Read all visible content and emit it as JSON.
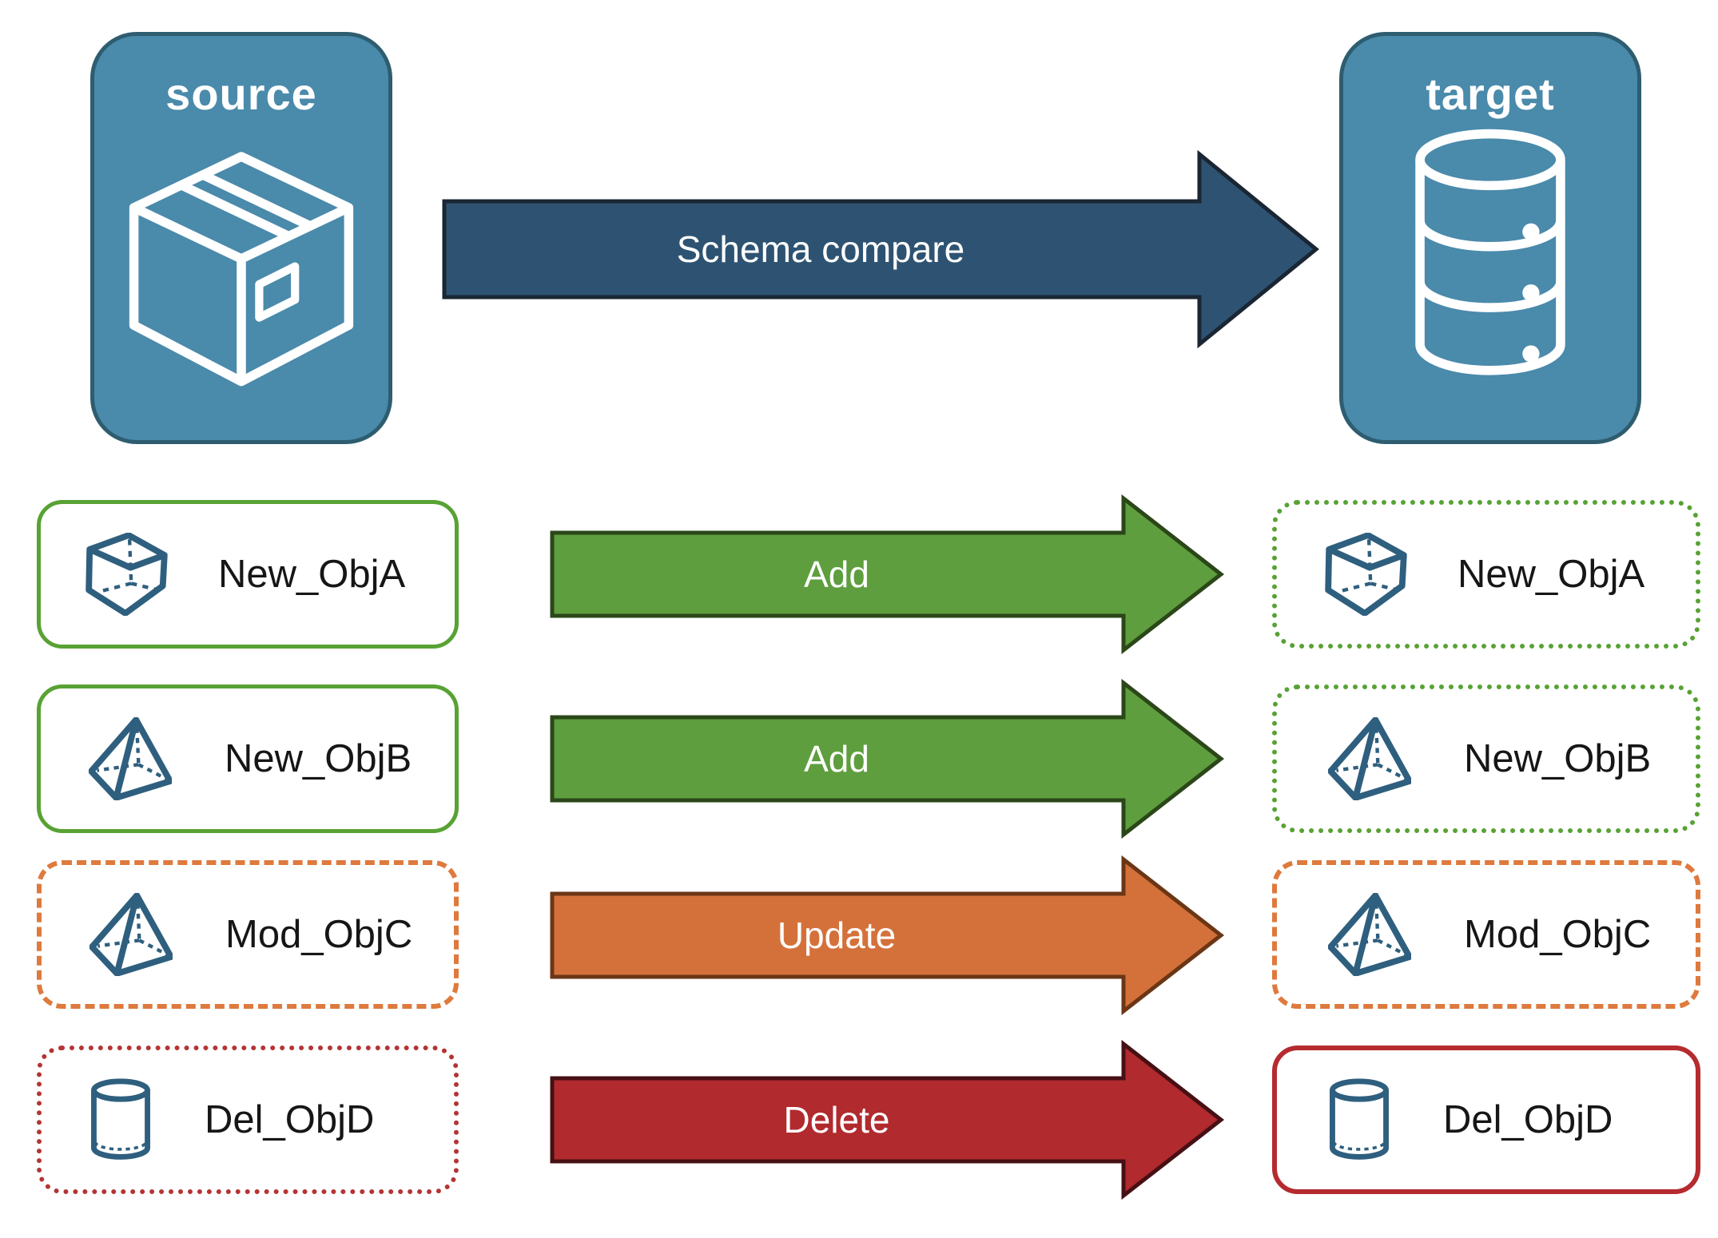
{
  "header": {
    "source": {
      "label": "source",
      "icon": "package-icon"
    },
    "target": {
      "label": "target",
      "icon": "database-icon"
    },
    "compare": {
      "label": "Schema compare"
    }
  },
  "rows": [
    {
      "object": "New_ObjA",
      "icon": "cube-icon",
      "action": "Add",
      "left_border": "solid-green",
      "right_border": "dotted-green"
    },
    {
      "object": "New_ObjB",
      "icon": "pyramid-icon",
      "action": "Add",
      "left_border": "solid-green",
      "right_border": "dotted-green"
    },
    {
      "object": "Mod_ObjC",
      "icon": "pyramid-icon",
      "action": "Update",
      "left_border": "dashed-orange",
      "right_border": "dashed-orange"
    },
    {
      "object": "Del_ObjD",
      "icon": "cylinder-icon",
      "action": "Delete",
      "left_border": "dotted-red",
      "right_border": "solid-red"
    }
  ],
  "colors": {
    "node_fill": "#4a8aab",
    "node_border": "#2e5d70",
    "compare_fill": "#2e5372",
    "compare_border": "#1a2633",
    "add_fill": "#5e9e3e",
    "add_border": "#2b4719",
    "update_fill": "#d4713a",
    "update_border": "#6b3615",
    "delete_fill": "#b12a2e",
    "delete_border": "#461014",
    "green_border": "#58a234",
    "orange_border": "#de7a3d",
    "red_border": "#b43434",
    "red_solid_border": "#b52b30",
    "icon_stroke": "#2f5f7e"
  }
}
